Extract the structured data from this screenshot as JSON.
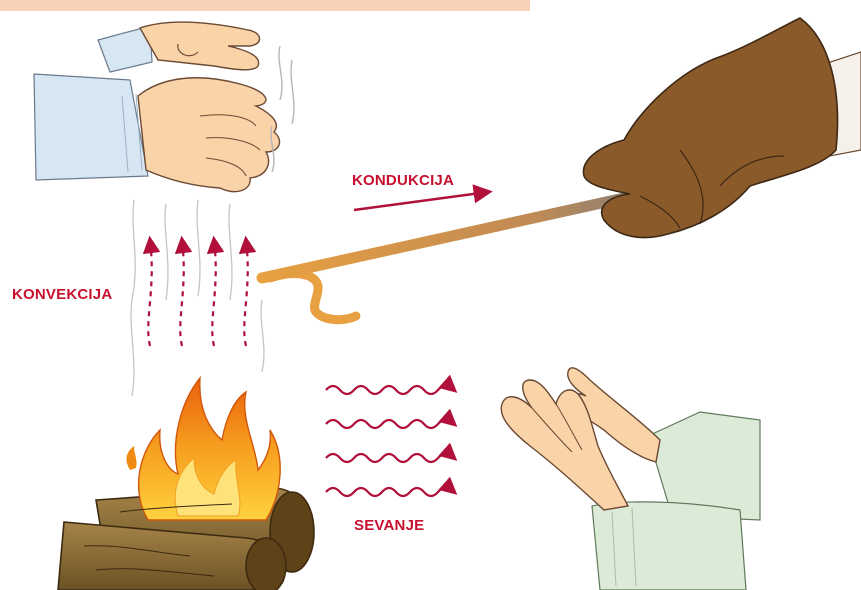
{
  "labels": {
    "convection": "KONVEKCIJA",
    "conduction": "KONDUKCIJA",
    "radiation": "SEVANJE"
  },
  "colors": {
    "label_red": "#c8102e",
    "arrow_red": "#b0103a",
    "top_bar": "#f9d1b8",
    "skin": "#fbd3a8",
    "skin_outline": "#6b4a34",
    "sleeve_blue": "#d7e6f3",
    "sleeve_green": "#dcebd8",
    "glove_brown": "#8a5a2b",
    "rod_orange": "#e8a040",
    "rod_dark": "#3d3d3d",
    "flame_orange": "#f08a10",
    "flame_yellow": "#ffd23f",
    "log_brown": "#8a6a33"
  },
  "icons": [
    "hand-icon",
    "glove-icon",
    "fire-icon",
    "log-icon",
    "wave-arrow-icon",
    "dashed-arrow-icon"
  ]
}
